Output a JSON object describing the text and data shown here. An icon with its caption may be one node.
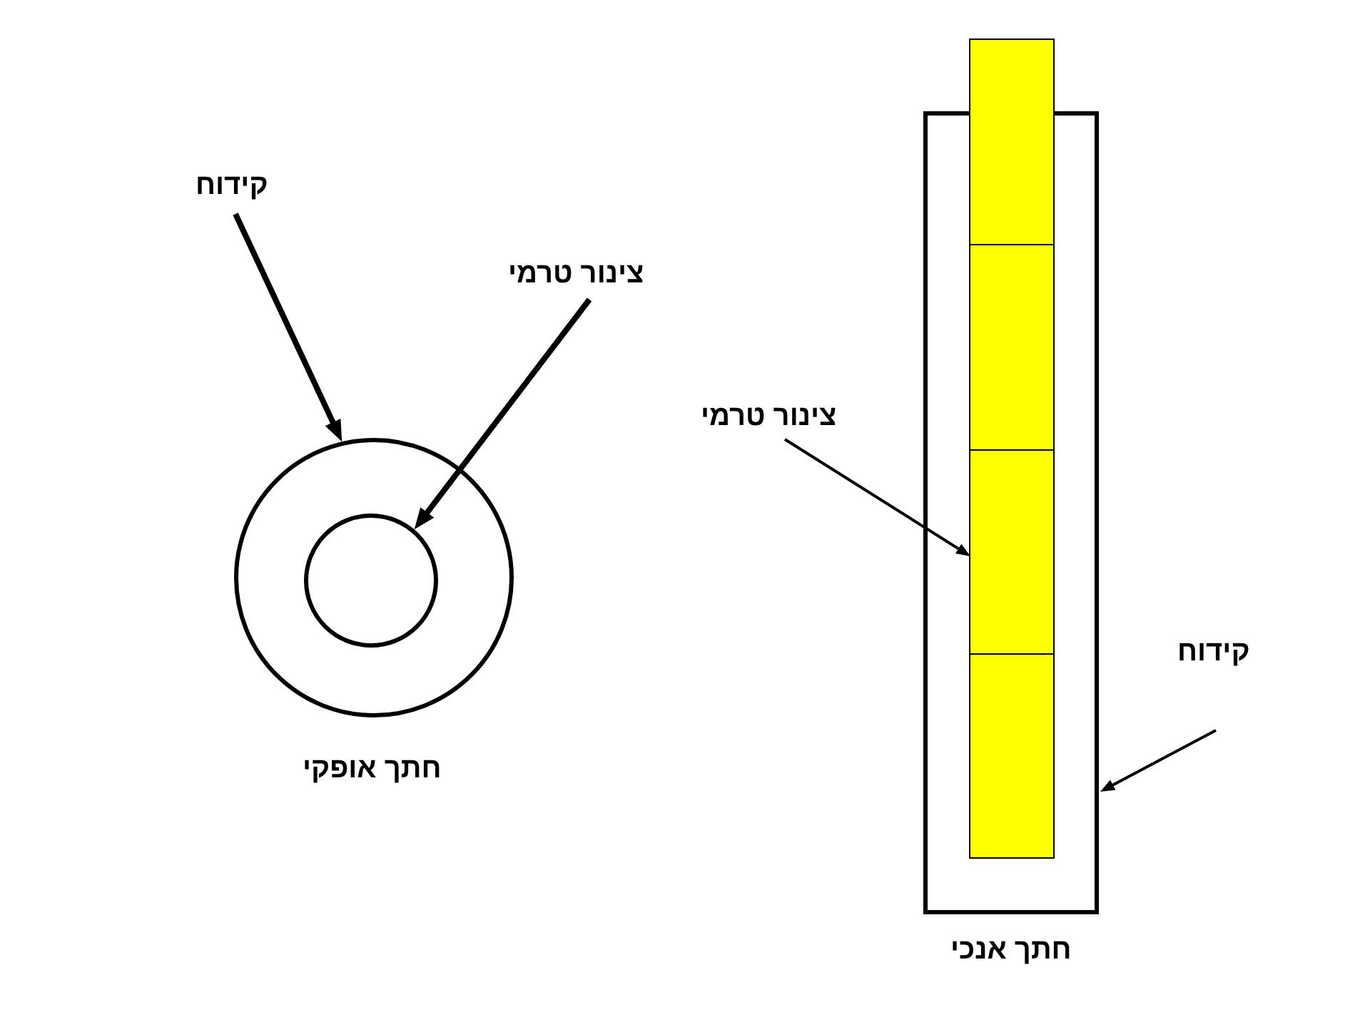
{
  "diagram": {
    "nodes": [
      {
        "text": [
          "קידוח"
        ]
      },
      {
        "text": [
          "צינור טרמי"
        ]
      },
      {
        "text": [],
        "shape": "circle",
        "beside": [
          "חתך אופקי"
        ]
      },
      {
        "text": [],
        "shape": "circle",
        "in": 2
      },
      {
        "text": [],
        "shape": "box",
        "beside": [
          "חתך אנכי"
        ]
      },
      {
        "text": [],
        "shape": "bar"
      },
      {
        "text": [
          "צינור טרמי"
        ]
      },
      {
        "text": [
          "קידוח"
        ]
      }
    ],
    "edges": [
      {
        "from": 0,
        "to": 2,
        "arrow": "to",
        "style": "thick"
      },
      {
        "from": 1,
        "to": 3,
        "arrow": "to",
        "style": "thick"
      },
      {
        "from": 6,
        "to": 5,
        "arrow": "to"
      },
      {
        "from": 7,
        "to": 4,
        "arrow": "to"
      }
    ]
  }
}
